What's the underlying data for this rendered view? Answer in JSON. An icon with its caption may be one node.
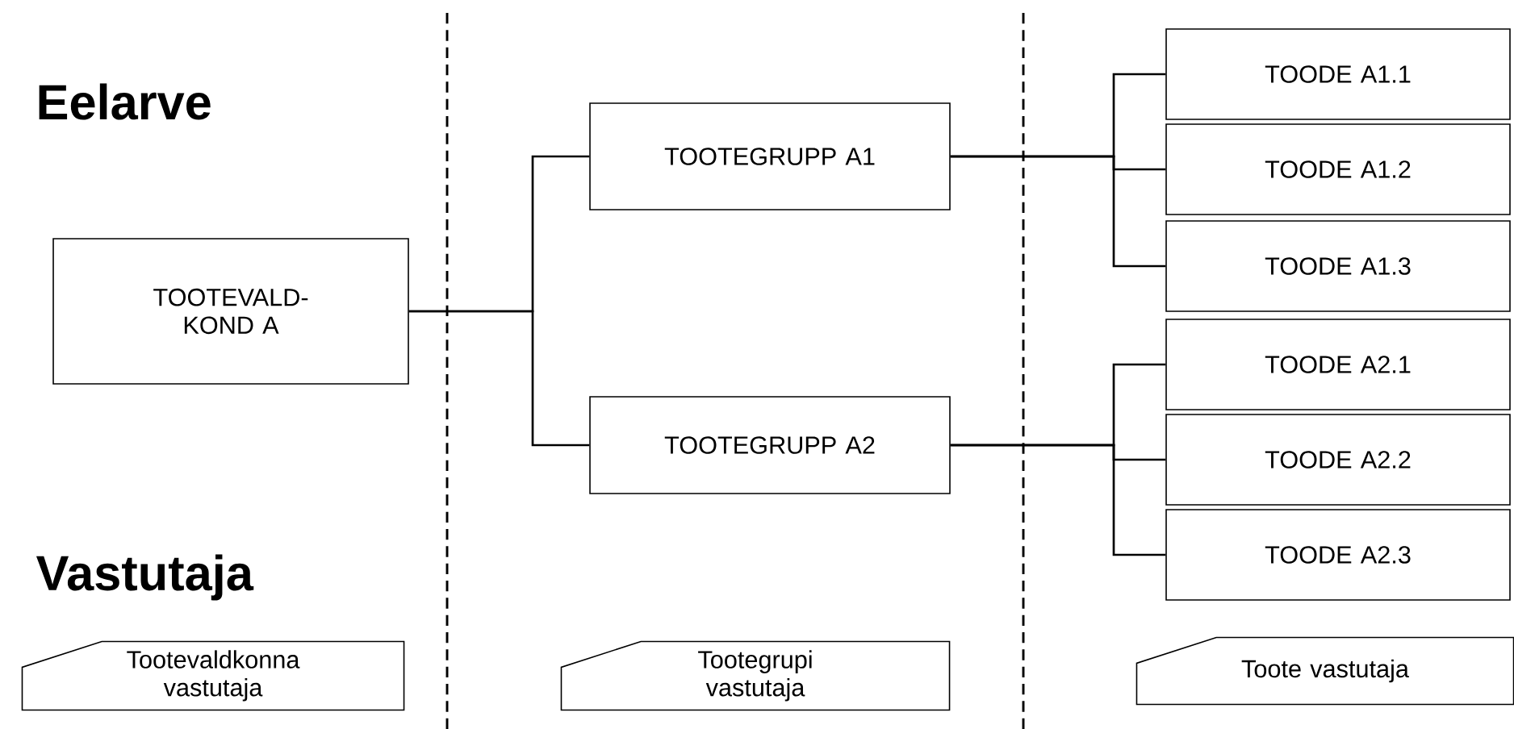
{
  "diagram": {
    "nodes": [
      {
        "text": [
          "TOOTEVALD- KOND A"
        ]
      },
      {
        "text": [
          "TOOTEGRUPP A1"
        ]
      },
      {
        "text": [
          "TOOTEGRUPP A2"
        ]
      },
      {
        "text": [
          "TOODE A1.1"
        ]
      },
      {
        "text": [
          "TOODE A1.2"
        ]
      },
      {
        "text": [
          "TOODE A1.3"
        ]
      },
      {
        "text": [
          "TOODE A2.1"
        ]
      },
      {
        "text": [
          "TOODE A2.2"
        ]
      },
      {
        "text": [
          "TOODE A2.3"
        ]
      },
      {
        "text": [
          "Tootevaldkonna vastutaja"
        ]
      },
      {
        "text": [
          "Tootegrupi vastutaja"
        ]
      },
      {
        "text": [
          "Toote vastutaja"
        ]
      }
    ],
    "edges": [
      {
        "from": 0,
        "to": 1,
        "arrow": "none"
      },
      {
        "from": 0,
        "to": 2,
        "arrow": "none"
      },
      {
        "from": 1,
        "to": 3,
        "arrow": "none"
      },
      {
        "from": 1,
        "to": 4,
        "arrow": "none"
      },
      {
        "from": 1,
        "to": 5,
        "arrow": "none"
      },
      {
        "from": 2,
        "to": 6,
        "arrow": "none"
      },
      {
        "from": 2,
        "to": 7,
        "arrow": "none"
      },
      {
        "from": 2,
        "to": 8,
        "arrow": "none"
      }
    ],
    "labels": [
      "Eelarve",
      "Vastutaja"
    ]
  }
}
